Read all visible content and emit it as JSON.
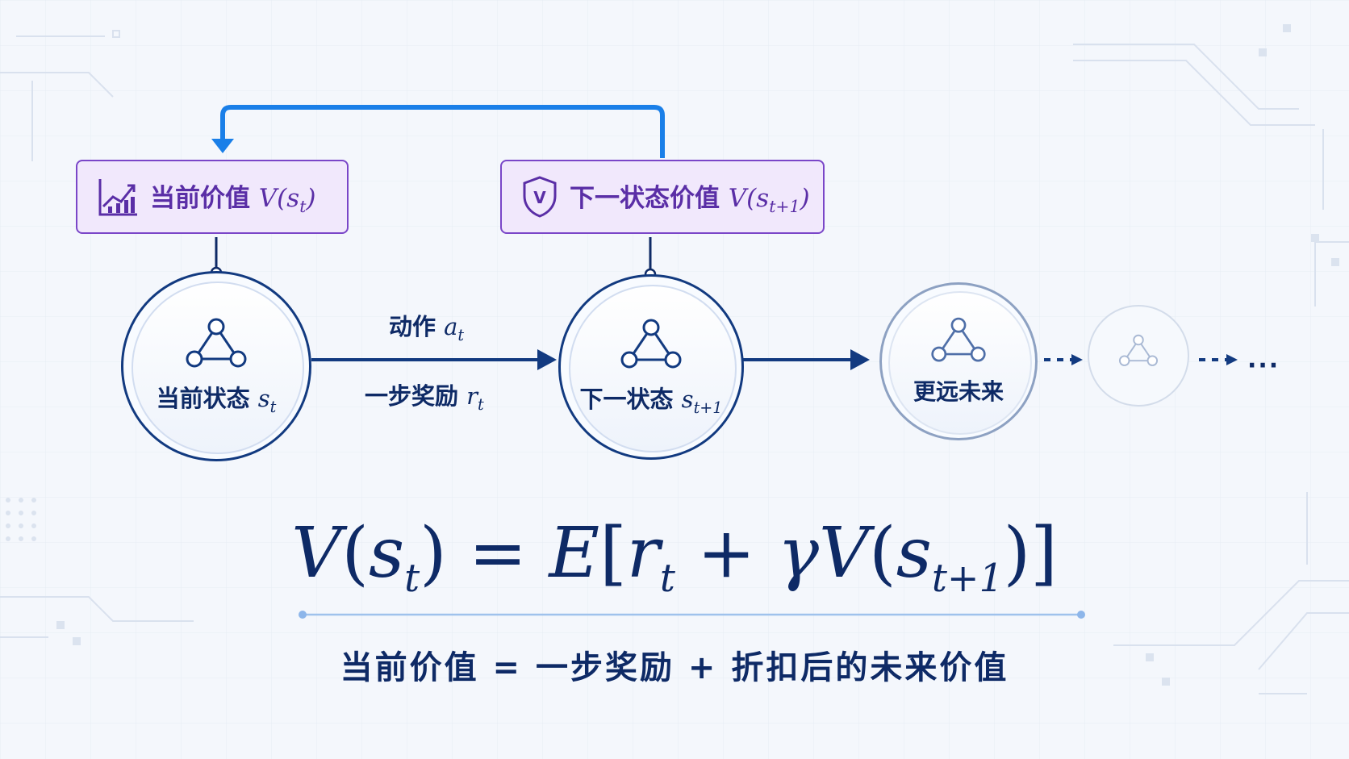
{
  "value_boxes": {
    "current": {
      "label": "当前价值",
      "math": "V(s",
      "sub": "t",
      "close": ")"
    },
    "next": {
      "label": "下一状态价值",
      "math": "V(s",
      "sub": "t+1",
      "close": ")"
    },
    "next_icon_letter": "V"
  },
  "nodes": {
    "current": {
      "label": "当前状态",
      "math": "s",
      "sub": "t"
    },
    "next": {
      "label": "下一状态",
      "math": "s",
      "sub": "t+1"
    },
    "future": {
      "label": "更远未来"
    }
  },
  "transition": {
    "action_label": "动作",
    "action_math": "a",
    "action_sub": "t",
    "reward_label": "一步奖励",
    "reward_math": "r",
    "reward_sub": "t"
  },
  "ellipsis": "···",
  "equation": {
    "lhs_V": "V",
    "lhs_open": "(",
    "lhs_s": "s",
    "lhs_sub": "t",
    "lhs_close": ")",
    "eq": " = ",
    "E": "E",
    "bracket_open": "[",
    "r": "r",
    "r_sub": "t",
    "plus": " + ",
    "gamma": "γ",
    "V2": "V",
    "open2": "(",
    "s2": "s",
    "s2_sub": "t+1",
    "close2": ")",
    "bracket_close": "]"
  },
  "caption": "当前价值 = 一步奖励 + 折扣后的未来价值",
  "colors": {
    "navy": "#0e2a66",
    "purple": "#7a46c8",
    "blue_arrow": "#1a7fe8",
    "box_fill": "#f1e8fc"
  }
}
